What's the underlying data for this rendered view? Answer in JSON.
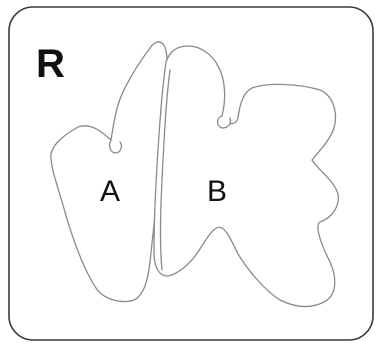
{
  "panel": {
    "corner_letter": "R"
  },
  "pieces": [
    {
      "label": "A"
    },
    {
      "label": "B"
    }
  ]
}
